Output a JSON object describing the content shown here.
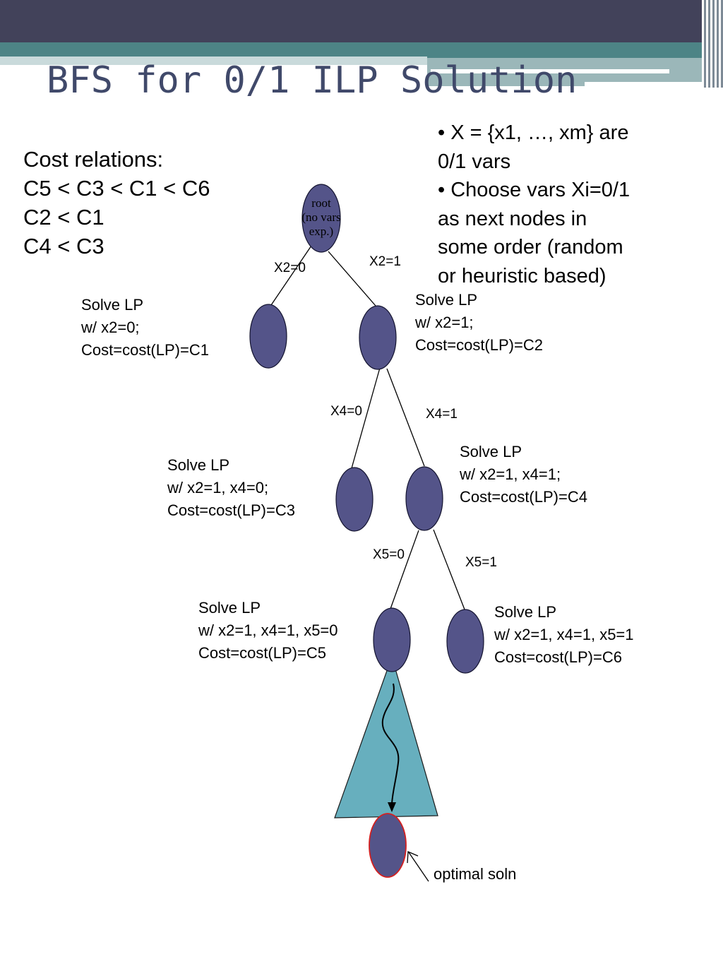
{
  "title": "BFS for 0/1 ILP Solution",
  "cost_relations": {
    "heading": "Cost relations:",
    "lines": [
      "C5 < C3 < C1 < C6",
      "C2 < C1",
      "C4 < C3"
    ]
  },
  "bullets": [
    {
      "line1": "• X = {x1, …, xm} are",
      "line2": "0/1 vars"
    },
    {
      "line1": "• Choose vars Xi=0/1",
      "line2": "as next nodes in",
      "line3": "some order (random",
      "line4": "or heuristic based)"
    }
  ],
  "root": {
    "line1": "root",
    "line2": "(no vars",
    "line3": "exp.)"
  },
  "edges": {
    "x2_0": "X2=0",
    "x2_1": "X2=1",
    "x4_0": "X4=0",
    "x4_1": "X4=1",
    "x5_0": "X5=0",
    "x5_1": "X5=1"
  },
  "nodes": {
    "n_x2_0": {
      "l1": "Solve LP",
      "l2": "w/ x2=0;",
      "l3": "Cost=cost(LP)=C1"
    },
    "n_x2_1": {
      "l1": "Solve LP",
      "l2": "w/ x2=1;",
      "l3": "Cost=cost(LP)=C2"
    },
    "n_x4_0": {
      "l1": "Solve LP",
      "l2": "w/ x2=1, x4=0;",
      "l3": "Cost=cost(LP)=C3"
    },
    "n_x4_1": {
      "l1": "Solve LP",
      "l2": "w/ x2=1, x4=1;",
      "l3": "Cost=cost(LP)=C4"
    },
    "n_x5_0": {
      "l1": "Solve LP",
      "l2": "w/ x2=1, x4=1, x5=0",
      "l3": "Cost=cost(LP)=C5"
    },
    "n_x5_1": {
      "l1": "Solve LP",
      "l2": "w/ x2=1, x4=1, x5=1",
      "l3": "Cost=cost(LP)=C6"
    }
  },
  "optimal_label": "optimal soln",
  "colors": {
    "node_fill": "#545489",
    "subtree_fill": "#67afbe",
    "optimal_border": "#d42020",
    "title": "#40496a"
  }
}
